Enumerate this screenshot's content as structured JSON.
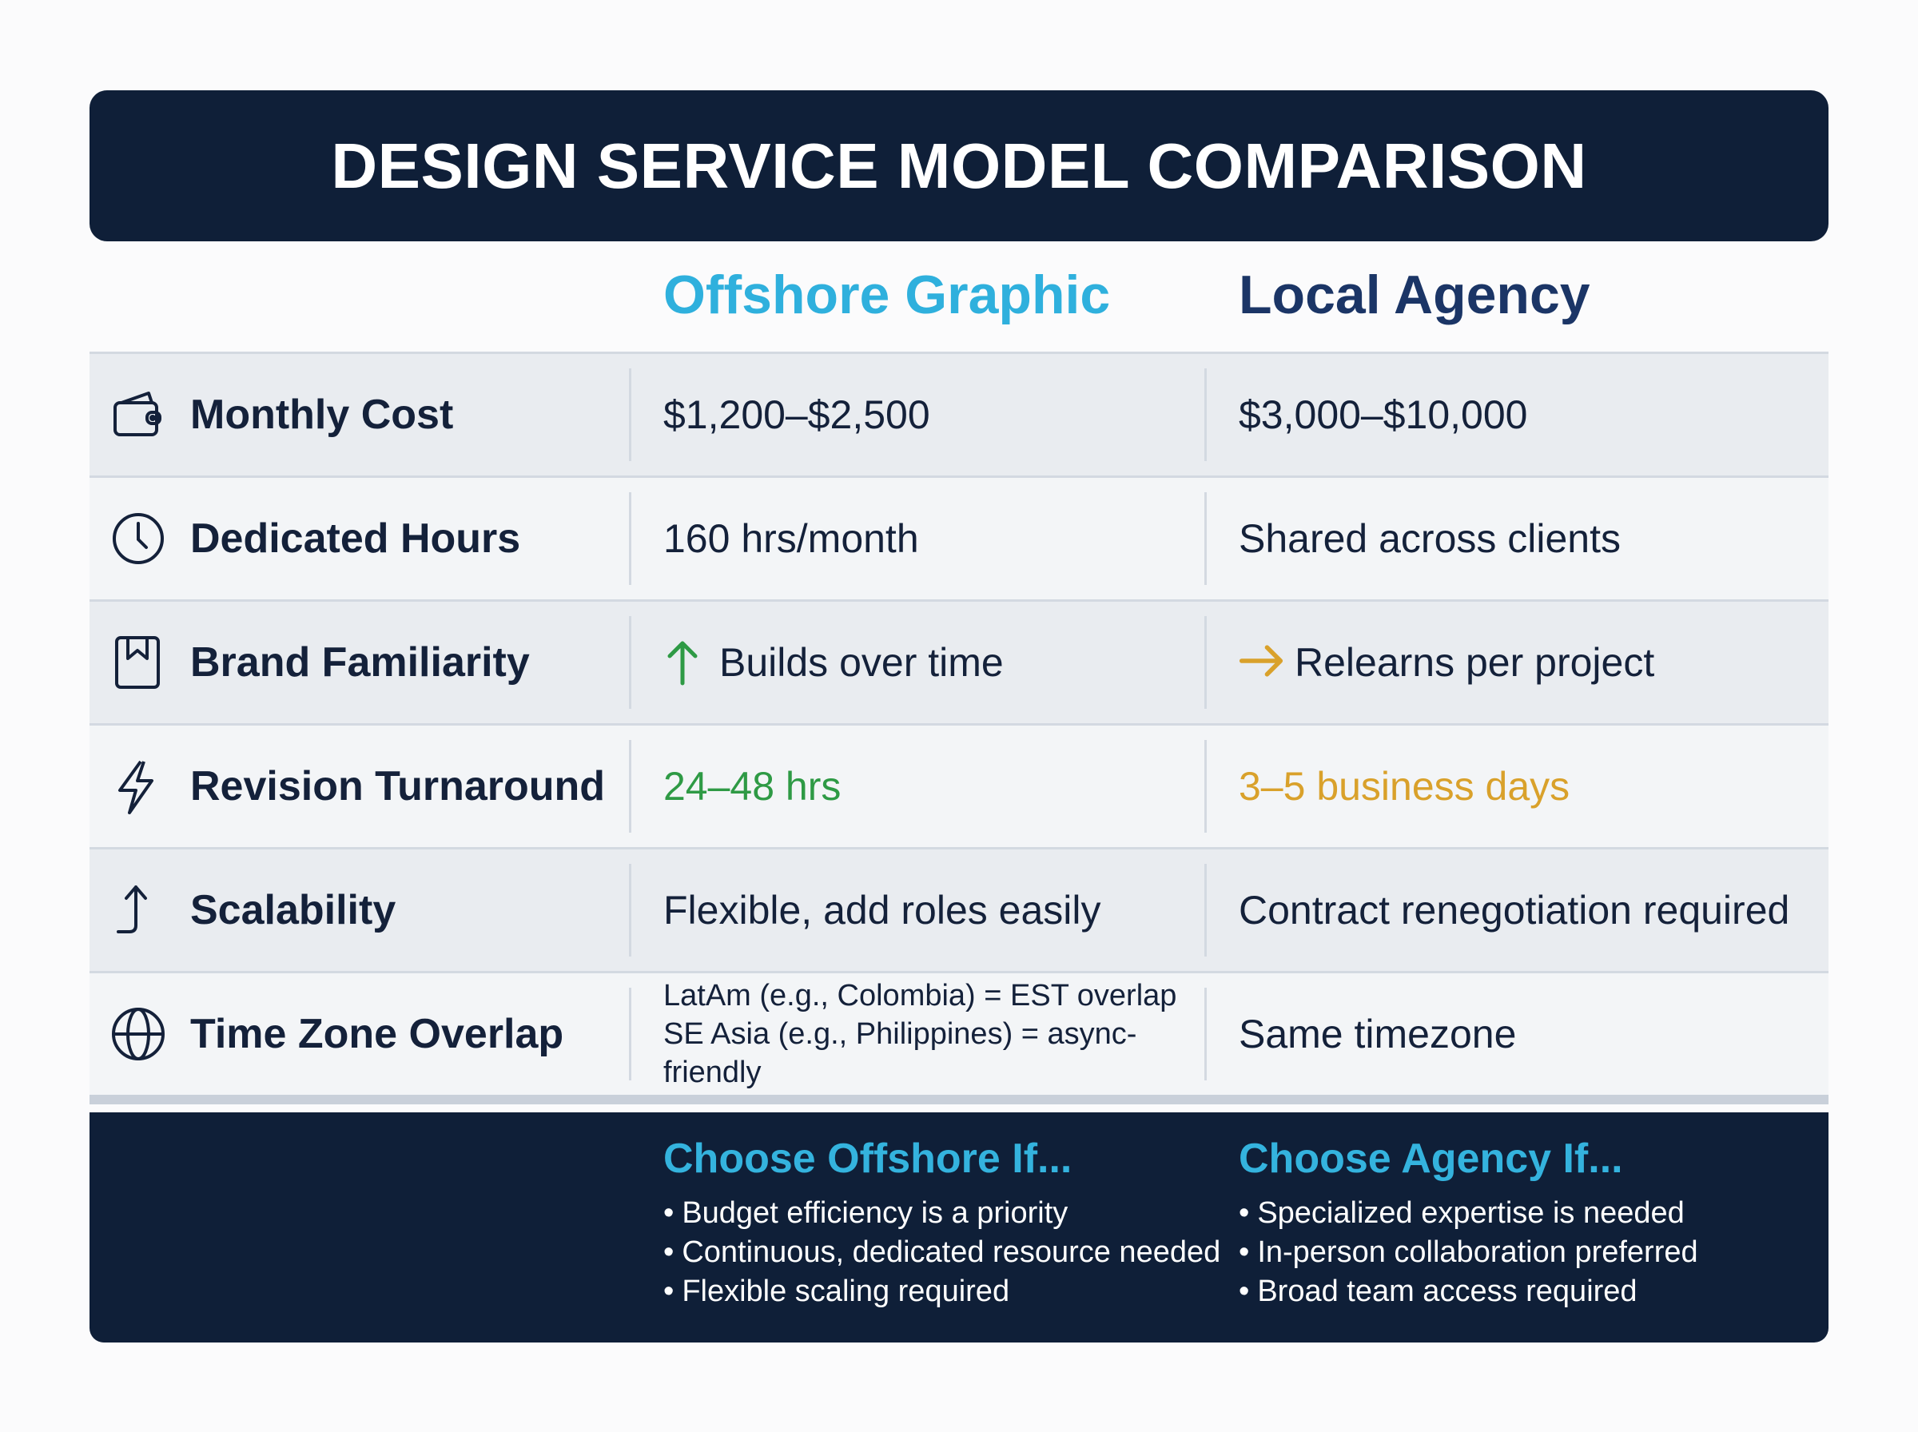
{
  "title": "DESIGN SERVICE MODEL COMPARISON",
  "columns": {
    "offshore": "Offshore Graphic",
    "agency": "Local Agency"
  },
  "colors": {
    "navy": "#0f1f38",
    "offshore_accent": "#2fb0dd",
    "agency_accent": "#1b3566",
    "positive": "#2e9a45",
    "neutral_warning": "#d9a12b"
  },
  "rows": [
    {
      "icon": "wallet-icon",
      "label": "Monthly Cost",
      "offshore": "$1,200–$2,500",
      "agency": "$3,000–$10,000"
    },
    {
      "icon": "clock-icon",
      "label": "Dedicated Hours",
      "offshore": "160 hrs/month",
      "agency": "Shared across clients"
    },
    {
      "icon": "bookmark-icon",
      "label": "Brand Familiarity",
      "offshore": "Builds over time",
      "offshore_icon": "arrow-up-icon",
      "agency": "Relearns per project",
      "agency_icon": "arrow-right-icon"
    },
    {
      "icon": "lightning-icon",
      "label": "Revision Turnaround",
      "offshore": "24–48 hrs",
      "agency": "3–5 business days"
    },
    {
      "icon": "scale-up-arrow-icon",
      "label": "Scalability",
      "offshore": "Flexible, add roles easily",
      "agency": "Contract renegotiation required"
    },
    {
      "icon": "globe-icon",
      "label": "Time Zone Overlap",
      "offshore_lines": [
        "LatAm (e.g., Colombia) = EST overlap",
        "SE Asia (e.g., Philippines) = async-friendly"
      ],
      "agency": "Same timezone"
    }
  ],
  "footer": {
    "offshore": {
      "heading": "Choose Offshore If...",
      "bullets": [
        "Budget efficiency is a priority",
        "Continuous, dedicated resource needed",
        "Flexible scaling required"
      ]
    },
    "agency": {
      "heading": "Choose Agency If...",
      "bullets": [
        "Specialized expertise is needed",
        "In-person collaboration preferred",
        "Broad team access required"
      ]
    }
  }
}
